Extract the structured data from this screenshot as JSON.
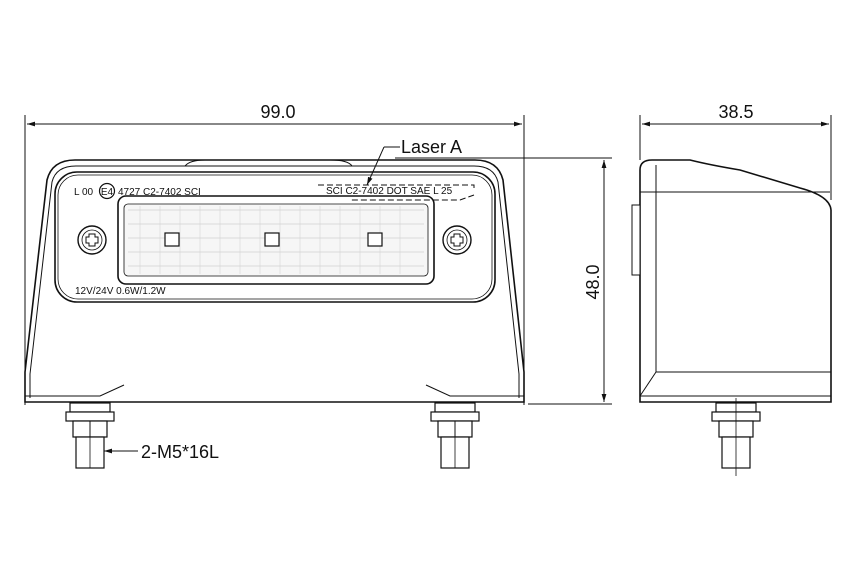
{
  "dimensions": {
    "width": "99.0",
    "height": "48.0",
    "depth": "38.5"
  },
  "callouts": {
    "laser": "Laser A",
    "screws": "2-M5*16L"
  },
  "markings": {
    "top_left_prefix": "L 00",
    "emark": "E4",
    "top_left_suffix": "4727 C2-7402 SCI",
    "top_right": "SCI C2-7402 DOT SAE L 25",
    "rating": "12V/24V 0.6W/1.2W"
  }
}
